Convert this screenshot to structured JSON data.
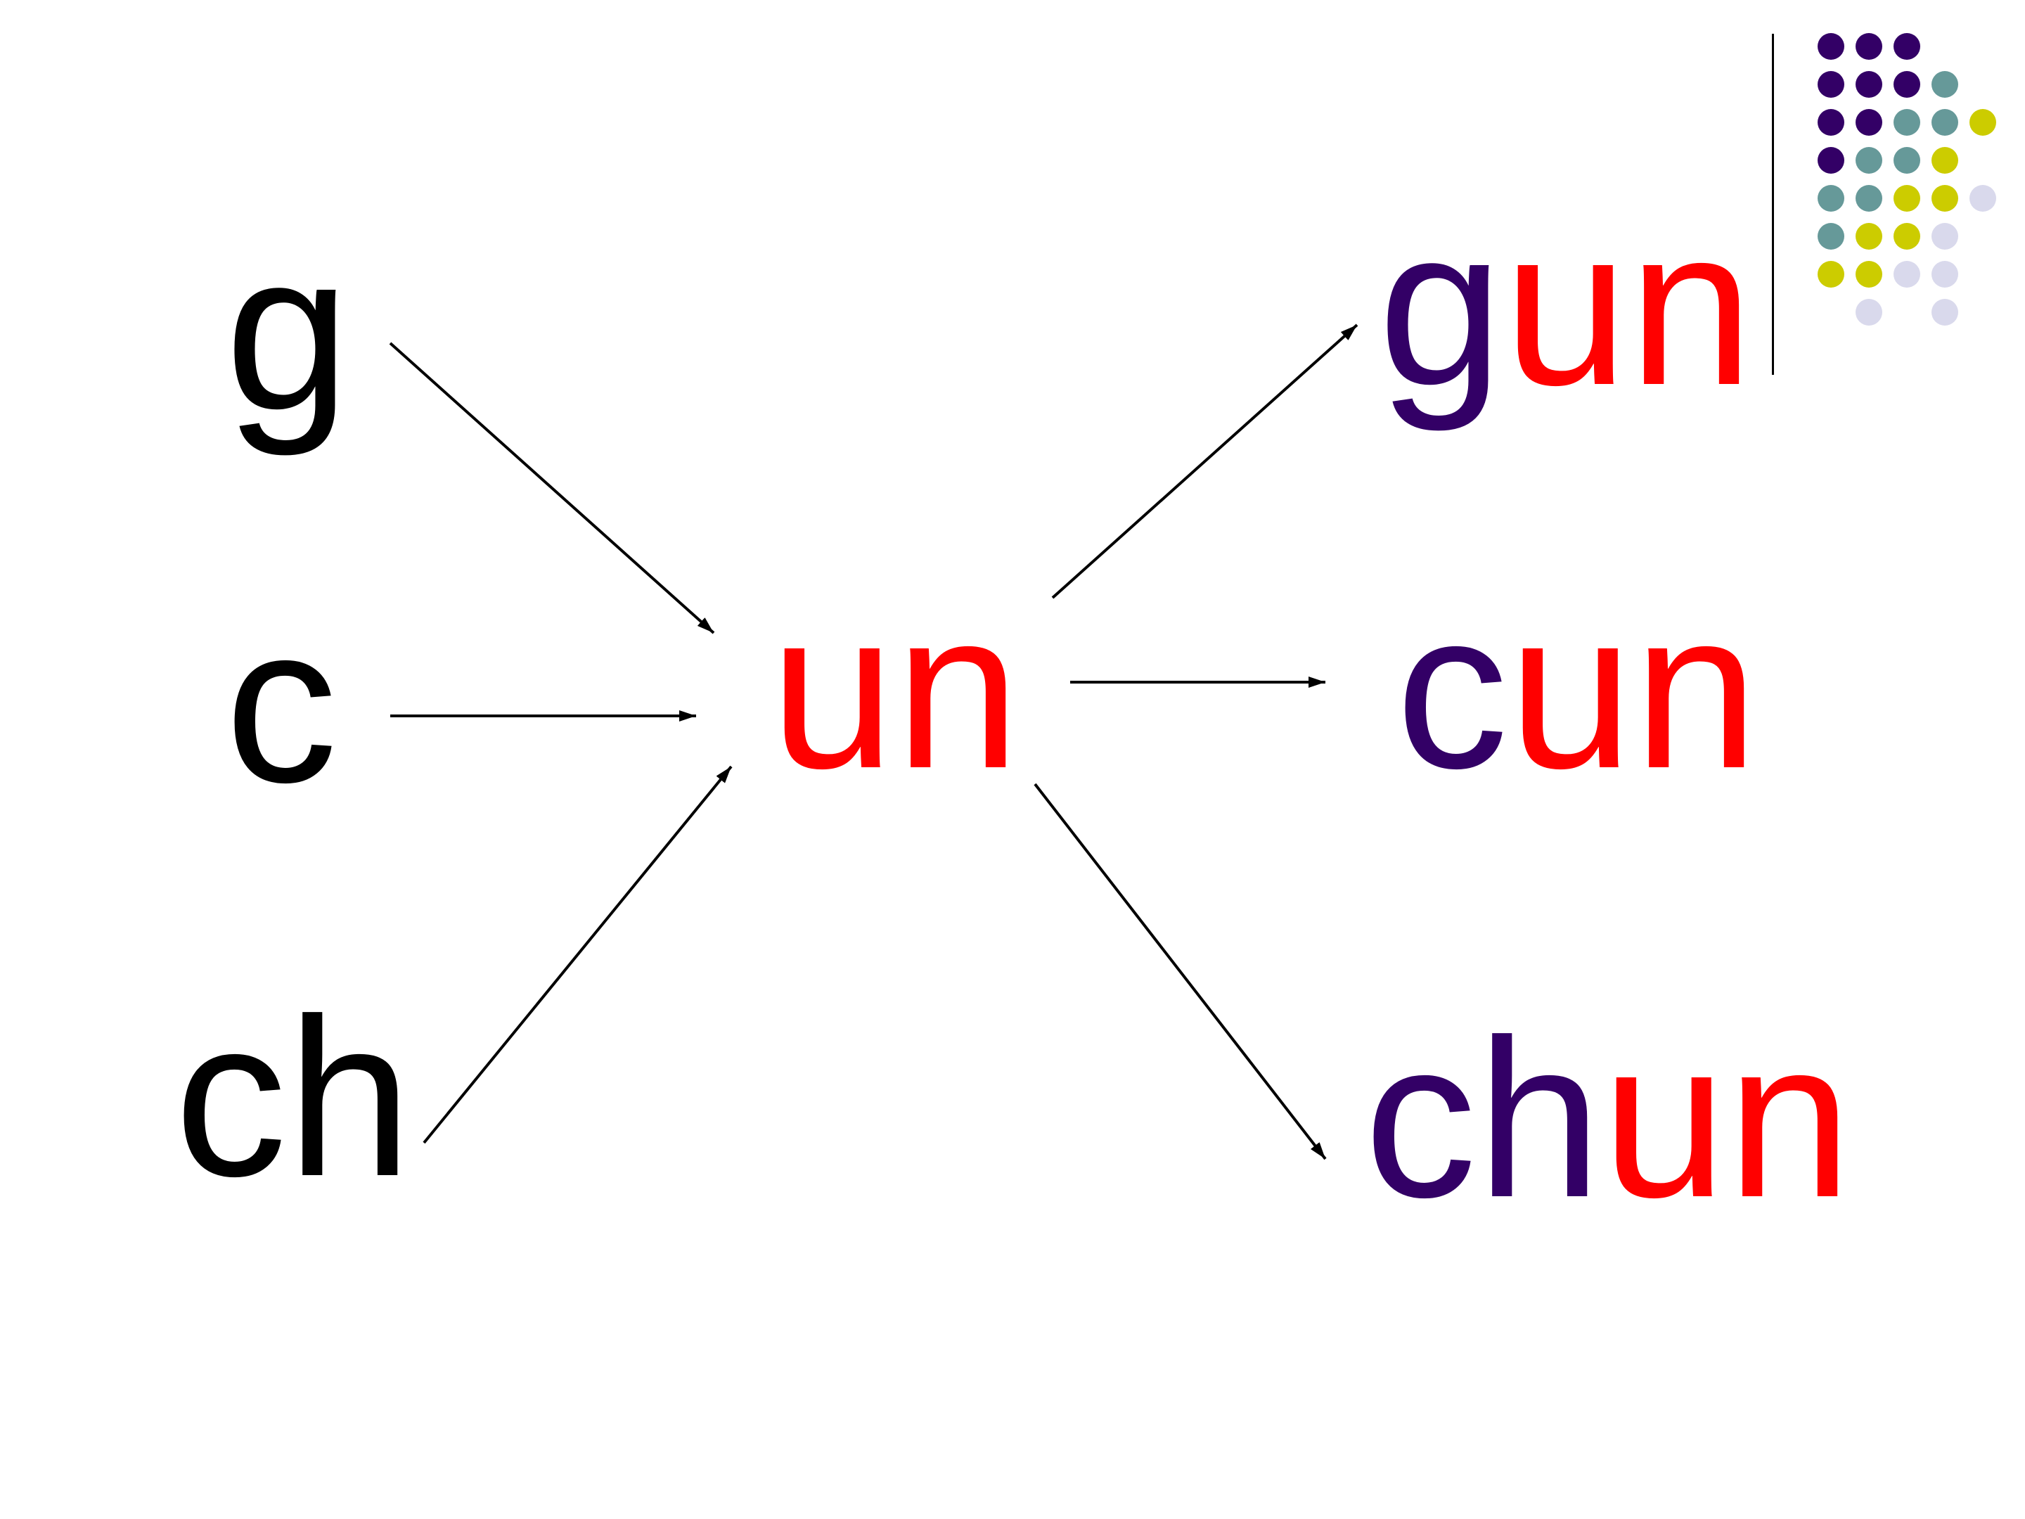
{
  "slide": {
    "initials": {
      "g": "g",
      "c": "c",
      "ch": "ch"
    },
    "final": "un",
    "results": {
      "gun": {
        "initial": "g",
        "final": "un"
      },
      "cun": {
        "initial": "c",
        "final": "un"
      },
      "chun": {
        "initial": "ch",
        "final": "un"
      }
    }
  },
  "colors": {
    "text_default": "#000000",
    "initial_highlight": "#330066",
    "final_highlight": "#ff0000",
    "arrow": "#000000",
    "dot_purple": "#330066",
    "dot_teal": "#669999",
    "dot_yellow": "#cccc00",
    "dot_lavender": "#d9d9ec"
  }
}
